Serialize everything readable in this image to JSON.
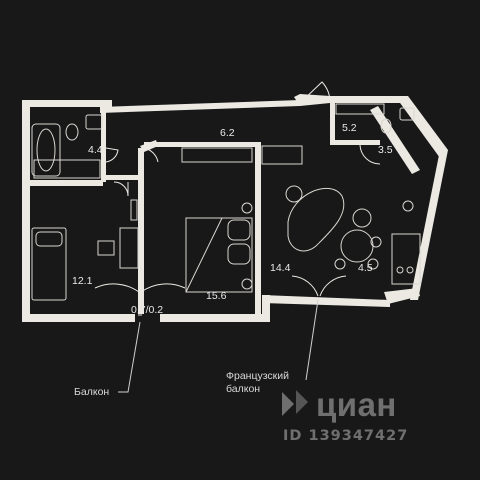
{
  "rooms": [
    {
      "id": "bath",
      "area": "4.4"
    },
    {
      "id": "hall",
      "area": "6.2"
    },
    {
      "id": "wc",
      "area": "5.2"
    },
    {
      "id": "bath2",
      "area": "3.5"
    },
    {
      "id": "bedroom",
      "area": "12.1"
    },
    {
      "id": "living",
      "area": "14.4"
    },
    {
      "id": "kitchen",
      "area": "4.5"
    },
    {
      "id": "bedroom2",
      "area": "15.6"
    },
    {
      "id": "balcony",
      "area": "0.7/0.2"
    }
  ],
  "callouts": {
    "balcony": "Балкон",
    "french_balcony_line1": "Французский",
    "french_balcony_line2": "балкон"
  },
  "watermark": {
    "brand": "циан",
    "listing_id": "ID 139347427"
  },
  "colors": {
    "background": "#181818",
    "walls": "#ece9e3",
    "furniture": "#d9d6d0",
    "text": "#e9e9e9",
    "watermark": "rgba(255,255,255,0.38)"
  }
}
